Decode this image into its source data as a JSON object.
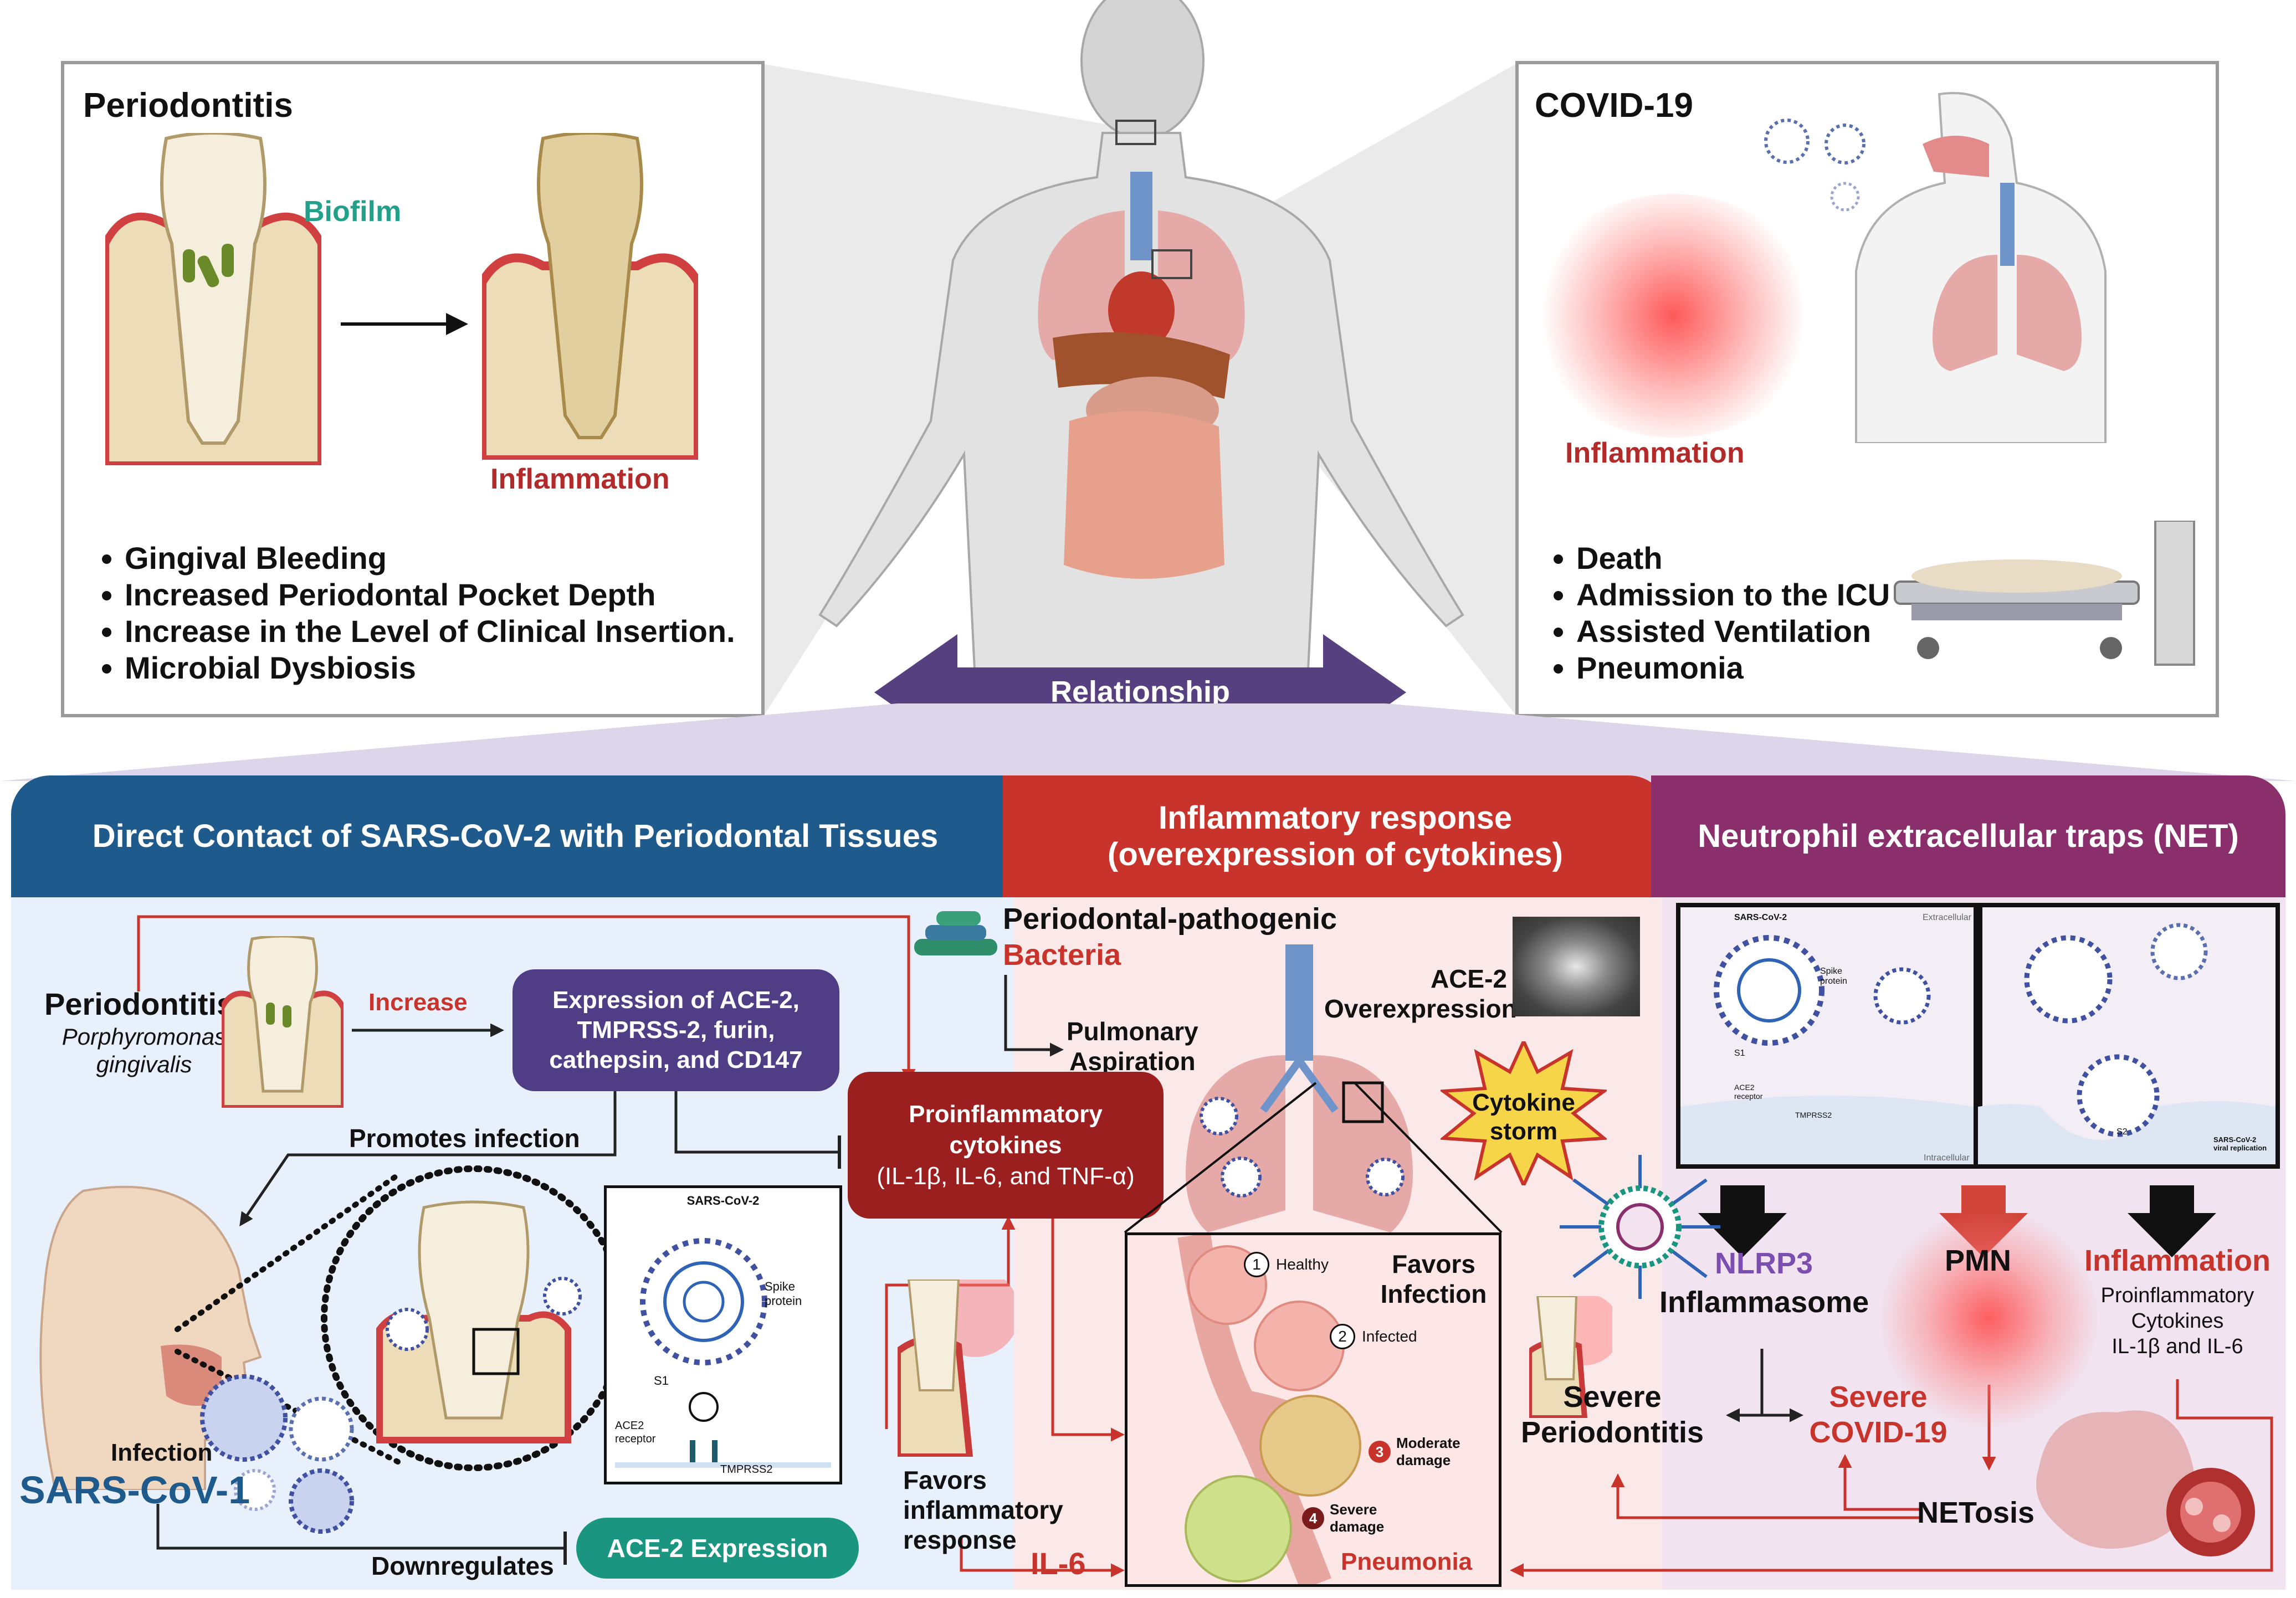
{
  "periodontitis_panel": {
    "title": "Periodontitis",
    "biofilm": "Biofilm",
    "inflammation": "Inflammation",
    "bullets": [
      "Gingival Bleeding",
      "Increased Periodontal Pocket Depth",
      "Increase in the Level of Clinical Insertion.",
      "Microbial Dysbiosis"
    ]
  },
  "covid_panel": {
    "title": "COVID-19",
    "inflammation": "Inflammation",
    "bullets": [
      "Death",
      "Admission to the ICU",
      "Assisted Ventilation",
      "Pneumonia"
    ]
  },
  "relationship": "Relationship",
  "bands": {
    "direct_contact": "Direct Contact of SARS-CoV-2 with Periodontal Tissues",
    "inflammatory_line1": "Inflammatory response",
    "inflammatory_line2": "(overexpression of cytokines)",
    "net": "Neutrophil extracellular traps (NET)"
  },
  "left_section": {
    "periodontitis": "Periodontitis",
    "species_line1": "Porphyromonas",
    "species_line2": "gingivalis",
    "increase": "Increase",
    "expression_box": [
      "Expression of ACE-2,",
      "TMPRSS-2, furin,",
      "cathepsin, and CD147"
    ],
    "promotes_infection": "Promotes infection",
    "inset_title": "SARS-CoV-2",
    "spike_protein": [
      "Spike",
      "protein"
    ],
    "s1": "S1",
    "ace2_receptor": [
      "ACE2",
      "receptor"
    ],
    "tmprss2": "TMPRSS2",
    "infection": "Infection",
    "sars_cov_1": "SARS-CoV-1",
    "downregulates": "Downregulates",
    "ace2_expression": "ACE-2 Expression"
  },
  "middle_section": {
    "periodontal_pathogenic": "Periodontal-pathogenic",
    "bacteria": "Bacteria",
    "pulmonary_aspiration": [
      "Pulmonary",
      "Aspiration"
    ],
    "ace2": "ACE-2",
    "overexpression": "Overexpression",
    "cytokines_box": [
      "Proinflammatory",
      "cytokines",
      "(IL-1β, IL-6, and TNF-α)"
    ],
    "cytokine_storm": [
      "Cytokine",
      "storm"
    ],
    "favors_inflammatory": [
      "Favors",
      "inflammatory",
      "response"
    ],
    "il6": "IL-6",
    "favors_infection": [
      "Favors",
      "Infection"
    ],
    "stages": [
      {
        "num": "1",
        "label": "Healthy"
      },
      {
        "num": "2",
        "label": "Infected"
      },
      {
        "num": "3",
        "label": "Moderate damage"
      },
      {
        "num": "4",
        "label": "Severe damage"
      }
    ],
    "pneumonia": "Pneumonia"
  },
  "right_section": {
    "inset_left_title": "SARS-CoV-2",
    "extracellular": "Extracellular",
    "intracellular": "Intracellular",
    "spike_protein": [
      "Spike",
      "protein"
    ],
    "s1": "S1",
    "ace2_receptor": [
      "ACE2",
      "receptor"
    ],
    "tmprss2": "TMPRSS2",
    "s2": "S2",
    "viral_replication": [
      "SARS-CoV-2",
      "viral replication"
    ],
    "nlrp3": "NLRP3",
    "inflammasome": "Inflammasome",
    "pmn": "PMN",
    "inflammation": "Inflammation",
    "proinflammatory": [
      "Proinflammatory",
      "Cytokines",
      "IL-1β and IL-6"
    ],
    "severe_periodontitis": [
      "Severe",
      "Periodontitis"
    ],
    "severe_covid": [
      "Severe",
      "COVID-19"
    ],
    "netosis": "NETosis"
  },
  "colors": {
    "blue_band": "#1f5a8c",
    "red_band": "#c8342b",
    "purple_band": "#8a2f6b",
    "purple_box": "#4f3d86",
    "dark_red_box": "#9b1f1f",
    "teal_box": "#1a9680",
    "relationship_arrow": "#56407f"
  }
}
